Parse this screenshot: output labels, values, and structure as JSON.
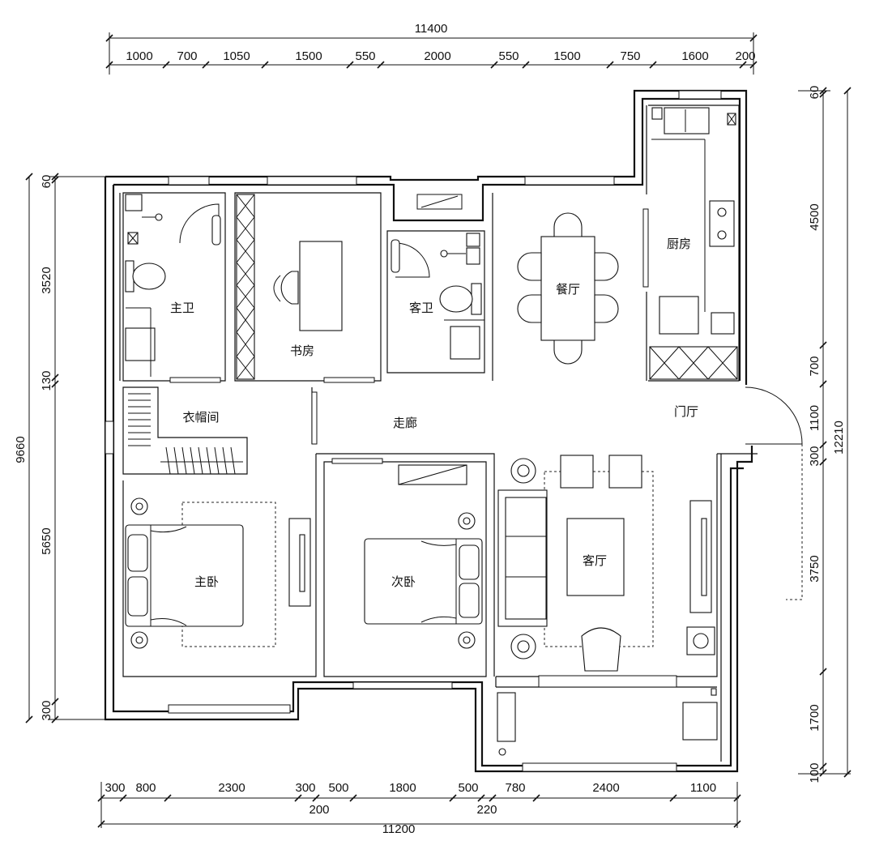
{
  "dimensions": {
    "top_total": "11400",
    "top_segments": [
      "1000",
      "700",
      "1050",
      "1500",
      "550",
      "2000",
      "550",
      "1500",
      "750",
      "1600",
      "200"
    ],
    "bottom_segments": [
      "300",
      "800",
      "2300",
      "300",
      "500",
      "1800",
      "500",
      "780",
      "2400",
      "1100"
    ],
    "bottom_sub": [
      "200",
      "220"
    ],
    "bottom_total": "11200",
    "left_total": "9660",
    "left_segments": [
      "60",
      "3520",
      "130",
      "5650",
      "300"
    ],
    "right_total": "12210",
    "right_segments": [
      "60",
      "4500",
      "700",
      "1100",
      "300",
      "3750",
      "1700",
      "100"
    ]
  },
  "rooms": {
    "master_bath": "主卫",
    "study": "书房",
    "guest_bath": "客卫",
    "dining": "餐厅",
    "kitchen": "厨房",
    "cloakroom": "衣帽间",
    "corridor": "走廊",
    "foyer": "门厅",
    "master_bedroom": "主卧",
    "second_bedroom": "次卧",
    "living_room": "客厅"
  }
}
